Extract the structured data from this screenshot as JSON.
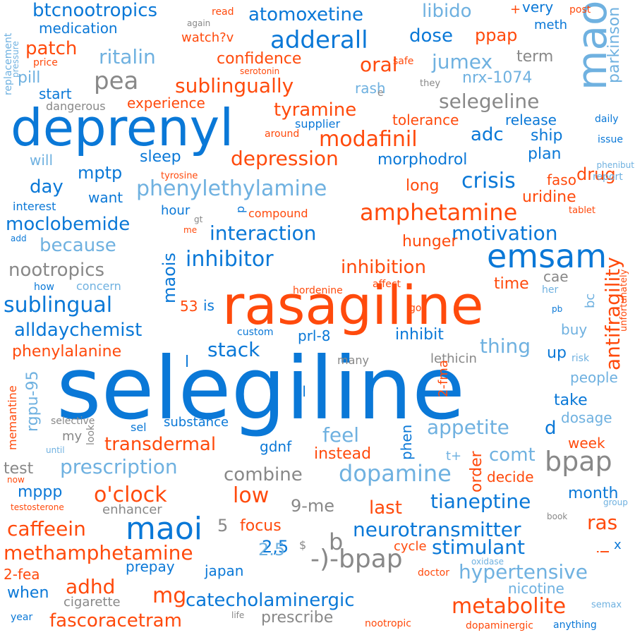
{
  "cloud": {
    "big": [
      "selegiline",
      "rasagiline",
      "deprenyl",
      "mao",
      "emsam",
      "maoi",
      "bpap",
      "-)-bpap",
      "adderall",
      "amphetamine",
      "phenylethylamine",
      "metabolite",
      "dopamine",
      "modafinil",
      "inhibitor",
      "tianeptine",
      "neurotransmitter",
      "antifragility"
    ],
    "mid": [
      "ritalin",
      "atomoxetine",
      "btcnootropics",
      "medication",
      "patch",
      "pea",
      "sublingually",
      "confidence",
      "oral",
      "jumex",
      "libido",
      "dose",
      "ppap",
      "tyramine",
      "selegeline",
      "depression",
      "adc",
      "crisis",
      "mptp",
      "day",
      "moclobemide",
      "because",
      "interaction",
      "motivation",
      "nootropics",
      "inhibition",
      "sublingual",
      "alldaychemist",
      "stack",
      "thing",
      "appetite",
      "feel",
      "transdermal",
      "prescription",
      "combine",
      "low",
      "o'clock",
      "caffeein",
      "methamphetamine",
      "fascoracetram",
      "catecholaminergic",
      "adhd",
      "mg",
      "hypertensive",
      "stimulant",
      "ras",
      "drug",
      "maois",
      "rgpu-95",
      "phenylalanine",
      "comt",
      "prescribe",
      "focus",
      "last",
      "parkinson",
      "9-me"
    ],
    "small": [
      "medication",
      "pill",
      "start",
      "dangerous",
      "experience",
      "will",
      "sleep",
      "want",
      "hour",
      "interest",
      "add",
      "how",
      "concern",
      "very",
      "meth",
      "term",
      "nrx-1074",
      "rash",
      "release",
      "ship",
      "plan",
      "morphodrol",
      "uridine",
      "hunger",
      "tolerance",
      "supplier",
      "long",
      "faso",
      "cae",
      "bc",
      "time",
      "buy",
      "up",
      "people",
      "take",
      "dosage",
      "week",
      "order",
      "decide",
      "month",
      "inhibit",
      "prl-8",
      "lethicin",
      "substance",
      "gdnf",
      "instead",
      "phen",
      "japan",
      "prepay",
      "nicotine",
      "cycle",
      "enhancer",
      "mppp",
      "test",
      "year",
      "when",
      "cigarette",
      "2-fea",
      "2-fma",
      "sel",
      "sl",
      "memantine",
      "selective",
      "t+",
      "5",
      "53",
      "is",
      "l",
      "b",
      "d",
      "$",
      "2,5",
      "2.5",
      "i",
      "x"
    ],
    "tiny": [
      "read",
      "again",
      "price",
      "safe",
      "serotonin",
      "they",
      "around",
      "tyrosine",
      "compound",
      "gt",
      "me",
      "hordenine",
      "affect",
      "custom",
      "many",
      "go",
      "until",
      "look",
      "now",
      "testosterone",
      "book",
      "group",
      "doctor",
      "oxidase",
      "semax",
      "life",
      "nootropic",
      "dopaminergic",
      "anything",
      "post",
      "daily",
      "issue",
      "phenibut",
      "report",
      "tablet",
      "her",
      "pb",
      "risk",
      "unfortunately",
      "my",
      "replacement",
      "pressure",
      "watch?v",
      "p",
      "+",
      "e"
    ]
  },
  "colors": {
    "dark_blue": "#0a78d7",
    "light_blue": "#6fb1e0",
    "orange": "#ff4a0c",
    "gray": "#888888",
    "background": "#ffffff"
  }
}
